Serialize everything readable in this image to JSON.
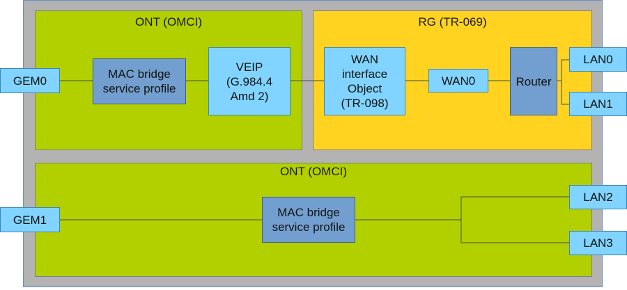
{
  "regions": {
    "ont_top": {
      "title": "ONT (OMCI)"
    },
    "rg": {
      "title": "RG (TR-069)"
    },
    "ont_bottom": {
      "title": "ONT (OMCI)"
    }
  },
  "nodes": {
    "gem0": "GEM0",
    "mac_bridge_top": "MAC bridge\nservice profile",
    "veip": "VEIP\n(G.984.4\nAmd 2)",
    "wan_interface": "WAN\ninterface\nObject\n(TR-098)",
    "wan0": "WAN0",
    "router": "Router",
    "lan0": "LAN0",
    "lan1": "LAN1",
    "gem1": "GEM1",
    "mac_bridge_bottom": "MAC bridge\nservice profile",
    "lan2": "LAN2",
    "lan3": "LAN3"
  },
  "colors": {
    "ont_region": "#b2cf00",
    "rg_region": "#ffd320",
    "light_box": "#80d4ff",
    "dark_box": "#729fcf",
    "frame": "#b3b3b3"
  }
}
